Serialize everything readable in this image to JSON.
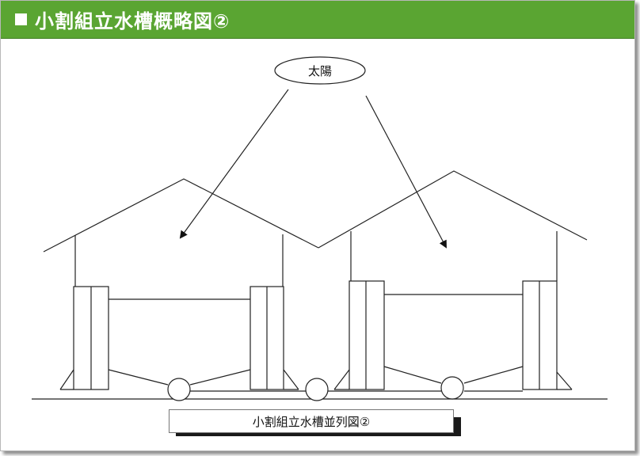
{
  "header": {
    "title": "小割組立水槽概略図②",
    "bar_color": "#5aa532"
  },
  "diagram": {
    "sun_label": "太陽",
    "caption": "小割組立水槽並列図②"
  }
}
